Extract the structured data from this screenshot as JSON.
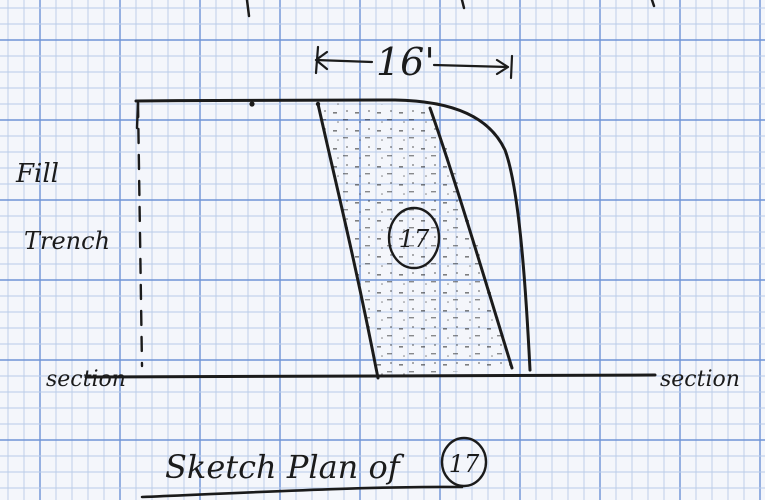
{
  "colors": {
    "paper": "#f4f6fb",
    "grid_minor": "#b9cbe8",
    "grid_major": "#6f93d6",
    "ink": "#1b1b1b"
  },
  "labels": {
    "dimension": "16'",
    "feature_number": "17",
    "left_label_line1": "Fill",
    "left_label_line2": "Trench",
    "section_left": "section",
    "section_right": "section",
    "caption": "Sketch Plan of",
    "caption_number": "17"
  }
}
